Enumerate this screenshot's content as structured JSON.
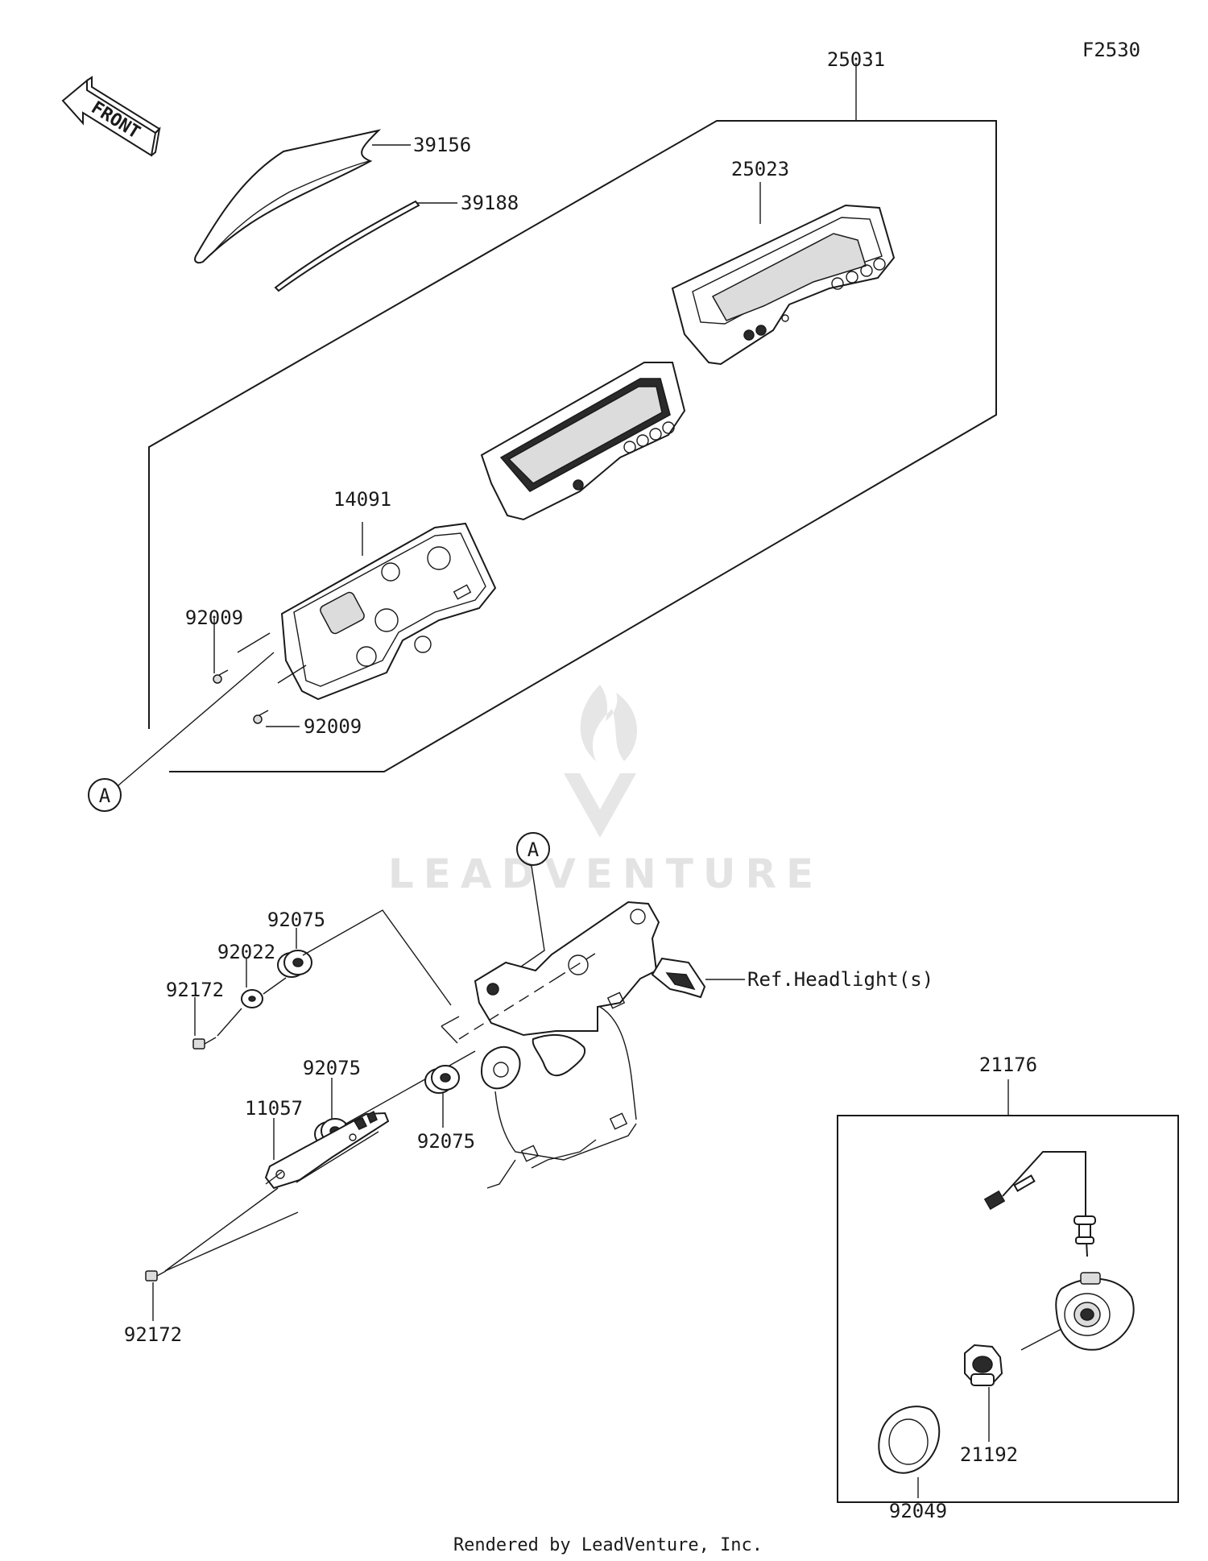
{
  "diagram_code": "F2530",
  "front_label": "FRONT",
  "watermark_text": "LEADVENTURE",
  "footer_text": "Rendered by LeadVenture, Inc.",
  "callouts": {
    "a_top": "A",
    "a_bottom": "A"
  },
  "labels": {
    "p25031": "25031",
    "p39156": "39156",
    "p39188": "39188",
    "p25023": "25023",
    "p14091": "14091",
    "p92009_upper": "92009",
    "p92009_lower": "92009",
    "p92075_top": "92075",
    "p92022": "92022",
    "p92172_upper": "92172",
    "p92075_mid": "92075",
    "p11057": "11057",
    "p92075_right": "92075",
    "p92172_lower": "92172",
    "ref_headlight": "Ref.Headlight(s)",
    "p21176": "21176",
    "p21192": "21192",
    "p92049": "92049"
  }
}
